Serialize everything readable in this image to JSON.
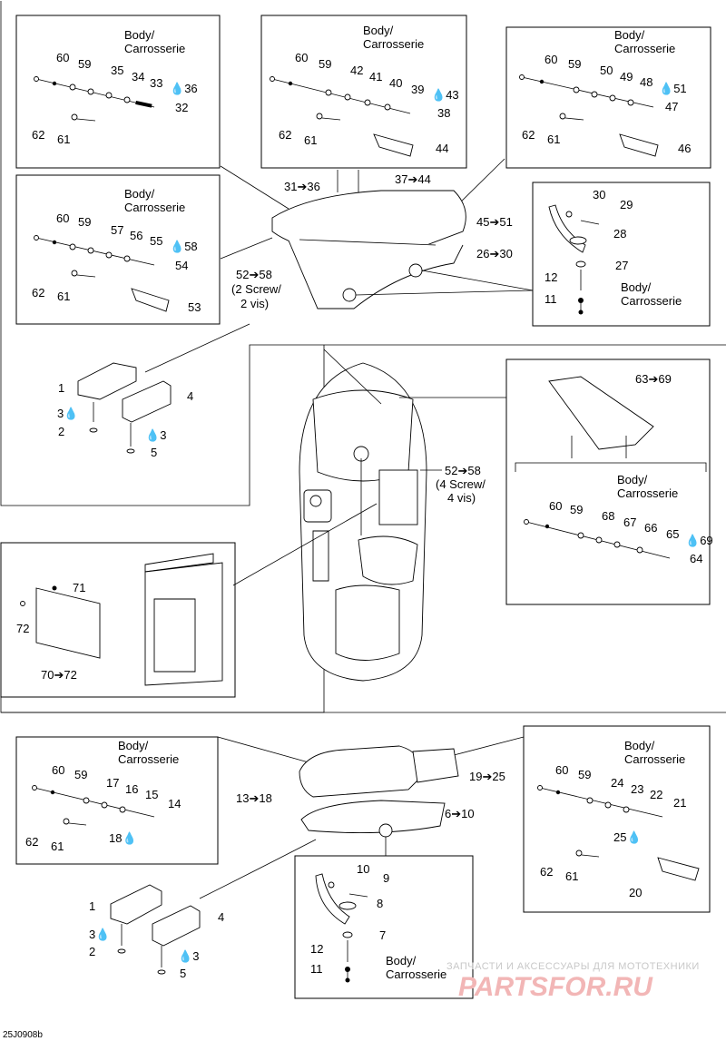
{
  "body_label_line1": "Body/",
  "body_label_line2": "Carrosserie",
  "drawing_code": "25J0908b",
  "watermark_line1": "ЗАПЧАСТИ И АКСЕССУАРЫ ДЛЯ МОТОТЕХНИКИ",
  "watermark_logo": "PARTSFOR.RU",
  "arrow": "➔",
  "drop": "💧",
  "box_a": {
    "n60": "60",
    "n59": "59",
    "n35": "35",
    "n34": "34",
    "n33": "33",
    "n36": "36",
    "n32": "32",
    "n62": "62",
    "n61": "61"
  },
  "box_b": {
    "n60": "60",
    "n59": "59",
    "n42": "42",
    "n41": "41",
    "n40": "40",
    "n39": "39",
    "n43": "43",
    "n38": "38",
    "n62": "62",
    "n61": "61",
    "n44": "44"
  },
  "box_c": {
    "n60": "60",
    "n59": "59",
    "n50": "50",
    "n49": "49",
    "n48": "48",
    "n51": "51",
    "n47": "47",
    "n62": "62",
    "n61": "61",
    "n46": "46"
  },
  "box_d": {
    "n60": "60",
    "n59": "59",
    "n57": "57",
    "n56": "56",
    "n55": "55",
    "n58": "58",
    "n54": "54",
    "n62": "62",
    "n61": "61",
    "n53": "53"
  },
  "box_e": {
    "n30": "30",
    "n29": "29",
    "n28": "28",
    "n27": "27",
    "n12": "12",
    "n11": "11"
  },
  "top_callouts": {
    "c31_36": "31➔36",
    "c37_44": "37➔44",
    "c45_51": "45➔51",
    "c26_30": "26➔30",
    "c52_58": "52➔58",
    "c2screw": "(2 Screw/",
    "c2vis": "2 vis)"
  },
  "left_brackets": {
    "n1": "1",
    "n4": "4",
    "n3a": "3",
    "n2": "2",
    "n3b": "3",
    "n5": "5"
  },
  "right_cover": {
    "c63_69": "63➔69",
    "n60": "60",
    "n59": "59",
    "n68": "68",
    "n67": "67",
    "n66": "66",
    "n65": "65",
    "n69": "69",
    "n64": "64"
  },
  "mid_callouts": {
    "c52_58": "52➔58",
    "c4screw": "(4 Screw/",
    "c4vis": "4 vis)"
  },
  "panel_box": {
    "n71": "71",
    "n72": "72",
    "c70_72": "70➔72"
  },
  "bottom_left": {
    "n60": "60",
    "n59": "59",
    "n17": "17",
    "n16": "16",
    "n15": "15",
    "n14": "14",
    "n62": "62",
    "n61": "61",
    "n18": "18"
  },
  "bottom_right": {
    "n60": "60",
    "n59": "59",
    "n24": "24",
    "n23": "23",
    "n22": "22",
    "n21": "21",
    "n25": "25",
    "n62": "62",
    "n61": "61",
    "n20": "20"
  },
  "bottom_center": {
    "c13_18": "13➔18",
    "c19_25": "19➔25",
    "c6_10": "6➔10"
  },
  "bottom_brackets": {
    "n1": "1",
    "n4": "4",
    "n3a": "3",
    "n2": "2",
    "n3b": "3",
    "n5": "5"
  },
  "bottom_box": {
    "n10": "10",
    "n9": "9",
    "n8": "8",
    "n7": "7",
    "n12": "12",
    "n11": "11"
  }
}
